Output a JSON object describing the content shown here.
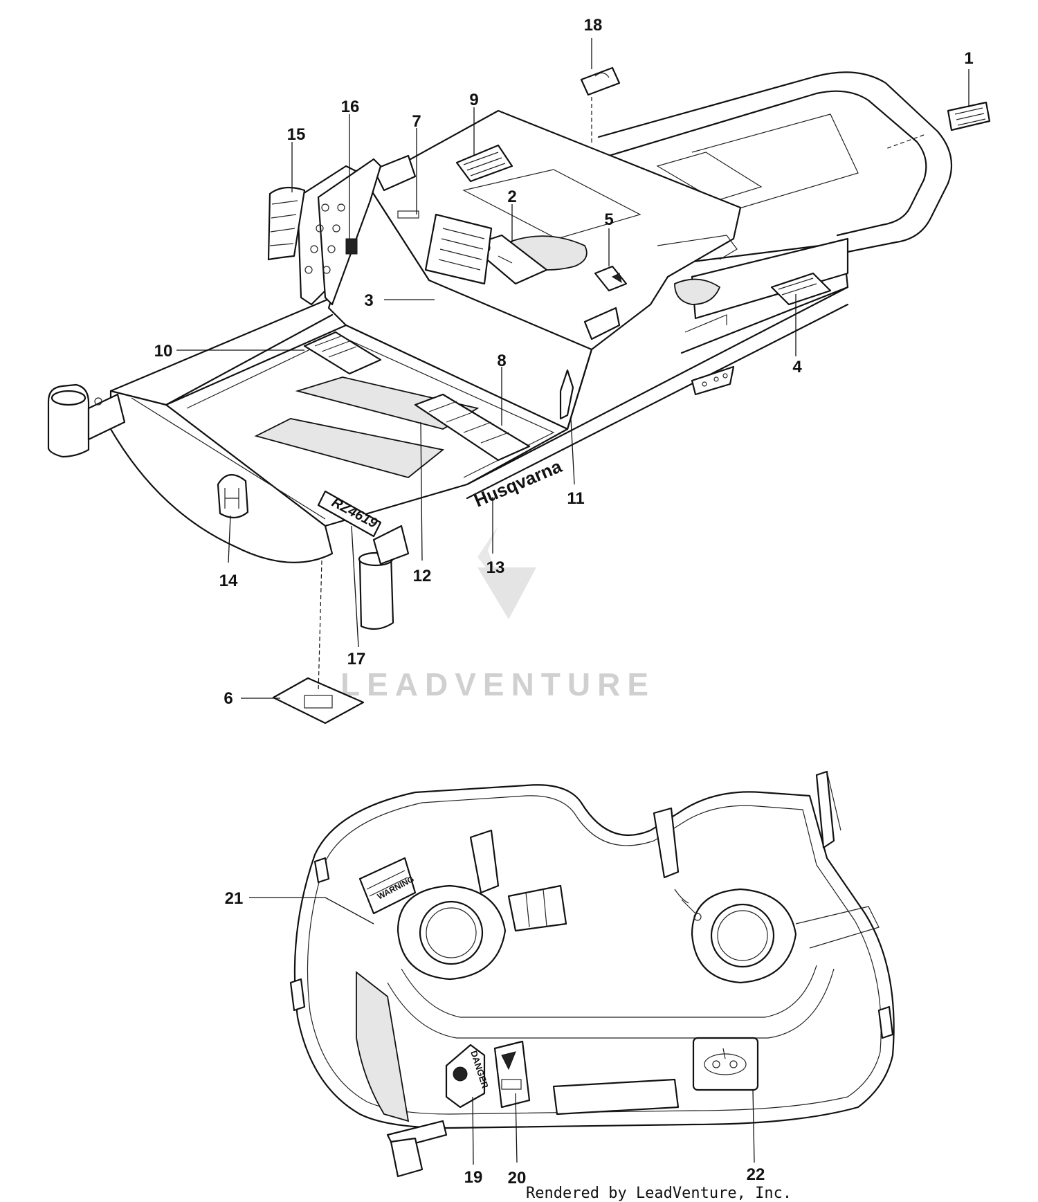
{
  "callouts": [
    {
      "id": "1",
      "text": "1"
    },
    {
      "id": "2",
      "text": "2"
    },
    {
      "id": "3",
      "text": "3"
    },
    {
      "id": "4",
      "text": "4"
    },
    {
      "id": "5",
      "text": "5"
    },
    {
      "id": "6",
      "text": "6"
    },
    {
      "id": "7",
      "text": "7"
    },
    {
      "id": "8",
      "text": "8"
    },
    {
      "id": "9",
      "text": "9"
    },
    {
      "id": "10",
      "text": "10"
    },
    {
      "id": "11",
      "text": "11"
    },
    {
      "id": "12",
      "text": "12"
    },
    {
      "id": "13",
      "text": "13"
    },
    {
      "id": "14",
      "text": "14"
    },
    {
      "id": "15",
      "text": "15"
    },
    {
      "id": "16",
      "text": "16"
    },
    {
      "id": "17",
      "text": "17"
    },
    {
      "id": "18",
      "text": "18"
    },
    {
      "id": "19",
      "text": "19"
    },
    {
      "id": "20",
      "text": "20"
    },
    {
      "id": "21",
      "text": "21"
    },
    {
      "id": "22",
      "text": "22"
    }
  ],
  "decals": {
    "brand": "Husqvarna",
    "model": "RZ4619",
    "danger": "DANGER",
    "warning": "WARNING"
  },
  "watermark": "LEADVENTURE",
  "footer": "Rendered by LeadVenture, Inc.",
  "colors": {
    "line": "#111111",
    "background": "#ffffff",
    "watermark": "#d0d0d0"
  }
}
